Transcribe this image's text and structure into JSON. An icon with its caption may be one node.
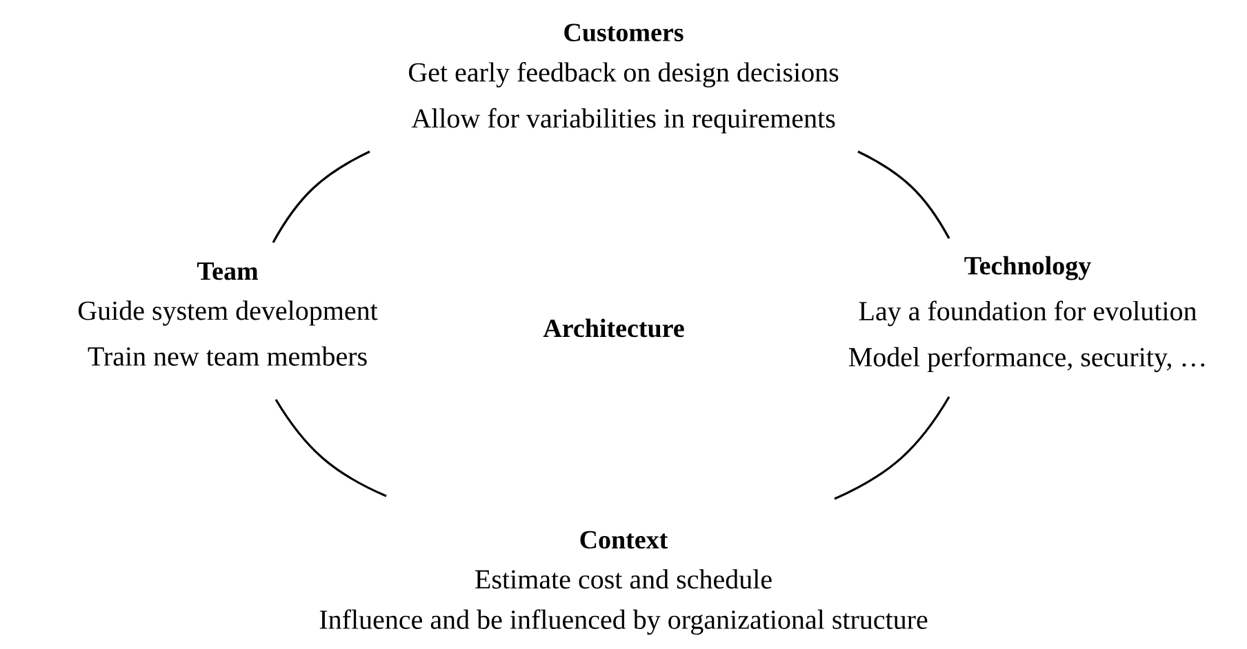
{
  "diagram": {
    "nodes": [
      {
        "text": [
          "Customers",
          "Get early feedback on design decisions",
          "Allow for variabilities in requirements"
        ]
      },
      {
        "text": [
          "Team",
          "Guide system development",
          "Train new team members"
        ]
      },
      {
        "text": [
          "Architecture"
        ]
      },
      {
        "text": [
          "Technology",
          "Lay a foundation for evolution",
          "Model performance, security, …"
        ]
      },
      {
        "text": [
          "Context",
          "Estimate cost and schedule",
          "Influence and be influenced by organizational structure"
        ]
      }
    ],
    "edges": [
      {
        "from": 1,
        "to": 0,
        "arrow": "none"
      },
      {
        "from": 0,
        "to": 3,
        "arrow": "none"
      },
      {
        "from": 3,
        "to": 4,
        "arrow": "none"
      },
      {
        "from": 4,
        "to": 1,
        "arrow": "none"
      }
    ]
  }
}
